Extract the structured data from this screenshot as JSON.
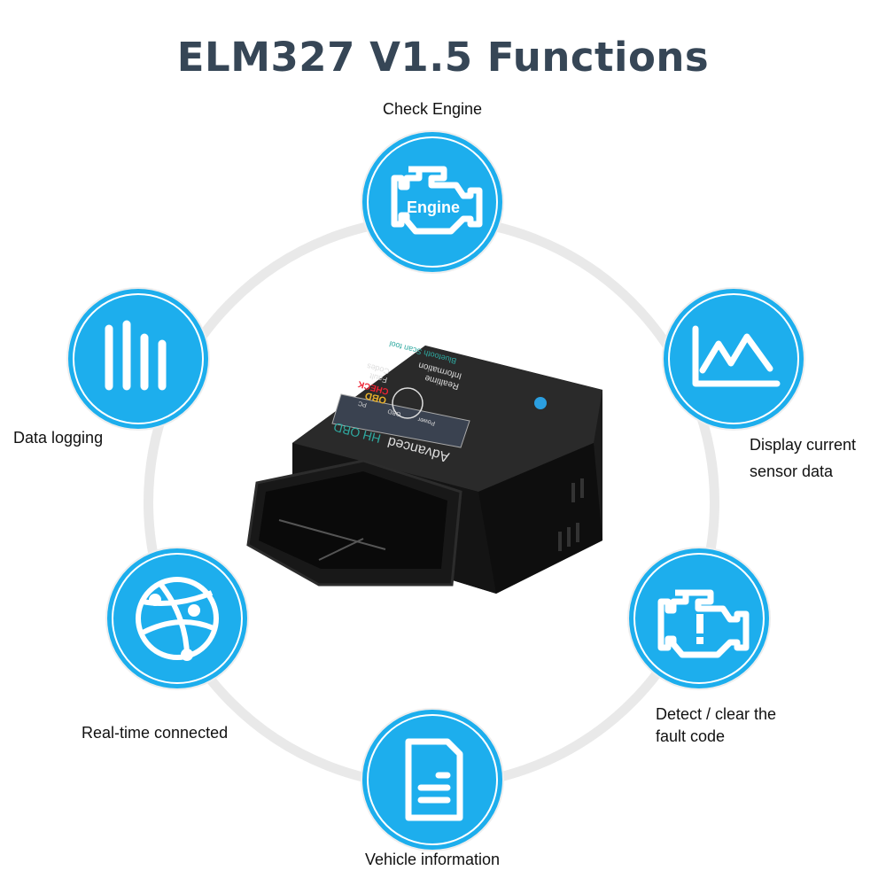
{
  "title": "ELM327 V1.5 Functions",
  "accent_color": "#1daeed",
  "features": [
    {
      "label": "Check Engine",
      "icon": "engine-icon",
      "icon_text": "Engine"
    },
    {
      "label": "Data logging",
      "icon": "bar-chart-icon"
    },
    {
      "label_lines": [
        "Display current",
        "sensor data"
      ],
      "icon": "line-chart-icon"
    },
    {
      "label": "Real-time connected",
      "icon": "globe-network-icon"
    },
    {
      "label_lines": [
        "Detect / clear the",
        "fault code"
      ],
      "icon": "engine-warning-icon"
    },
    {
      "label": "Vehicle information",
      "icon": "document-icon"
    }
  ],
  "device": {
    "brand": "HH OBD",
    "model": "Advanced",
    "leds": [
      "Power",
      "OBD",
      "PC"
    ],
    "check": "CHECK",
    "obd": "OBD",
    "fault_lines": [
      "Fault",
      "Codes"
    ],
    "realtime_lines": [
      "Realtime",
      "Information"
    ],
    "bluetooth": "Bluetooth  Scan tool"
  }
}
